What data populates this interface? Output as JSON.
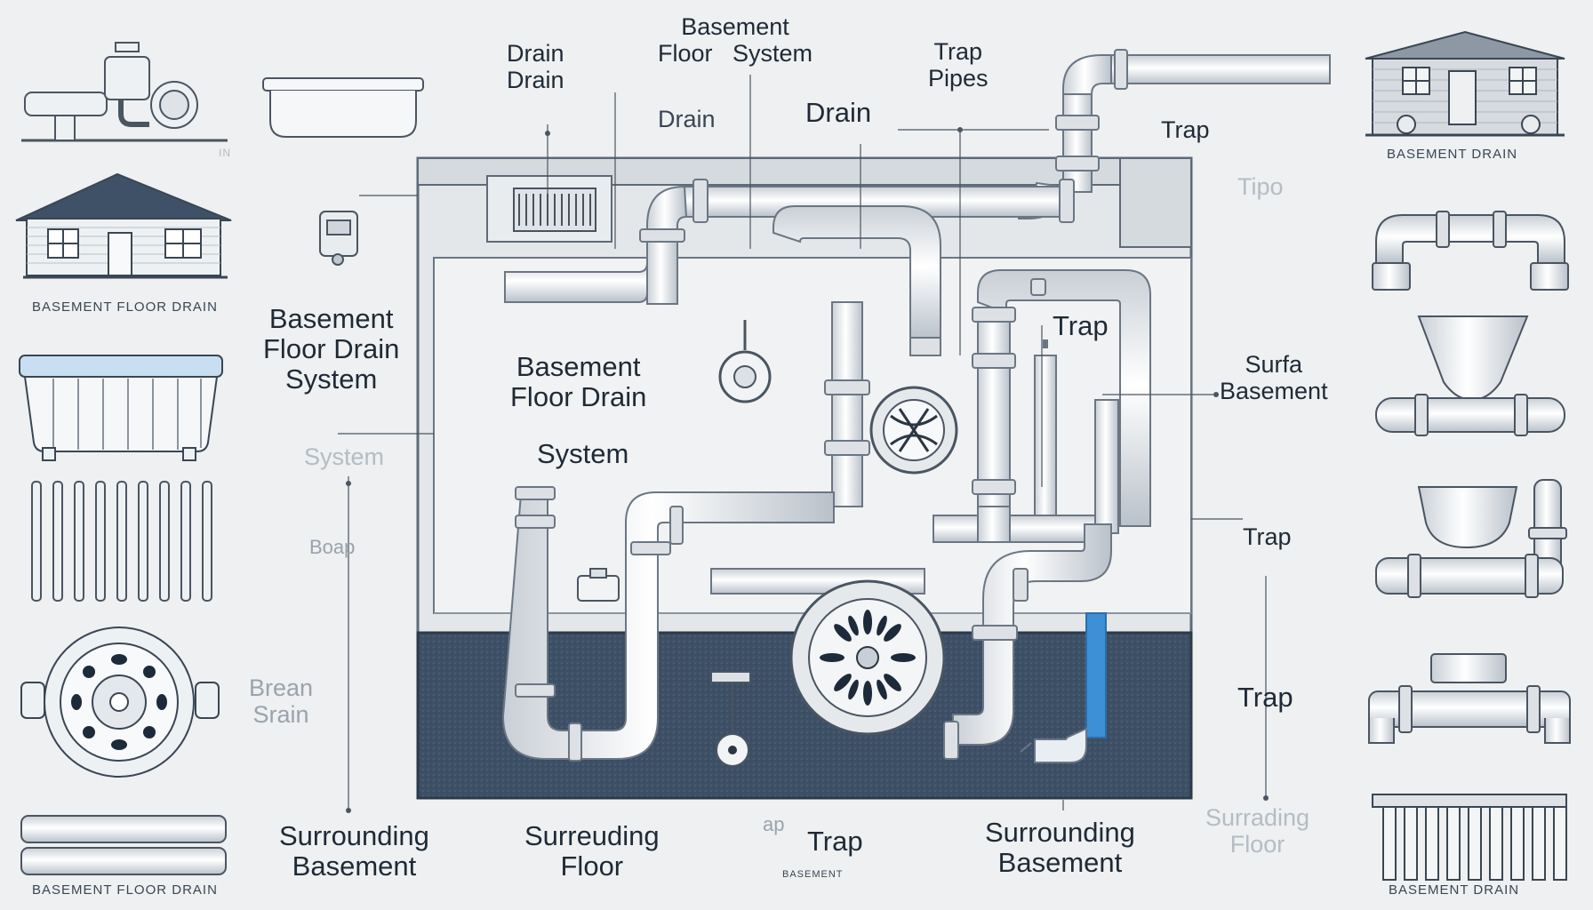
{
  "colors": {
    "background": "#eef0f1",
    "ink": "#1f2a36",
    "pipe": "#f7f8f9",
    "pipe_outline": "#6b7684",
    "floor": "#3b4e63",
    "water": "#3d8fd6",
    "faint_text": "#b4bcc4"
  },
  "labels": {
    "basement_floor_system_top": "Basement\nFloor   System",
    "drain_drain": "Drain\nDrain",
    "drain_faint": "Drain",
    "drain_center": "Drain",
    "trap_pipes": "Trap\nPipes",
    "trap_right_top": "Trap",
    "tipo_faint": "Tipo",
    "left_system_title": "Basement\nFloor Drain\nSystem",
    "system_faint": "System",
    "boap_faint": "Boap",
    "brean_srain_faint": "Brean\nSrain",
    "center_title": "Basement\nFloor Drain",
    "center_system": "System",
    "trap_inner": "Trap",
    "surfa_basement": "Surfa\nBasement",
    "trap_right_mid": "Trap",
    "trap_right_low": "Trap",
    "surrounding_basement_left": "Surrounding\nBasement",
    "surrounding_floor": "Surreuding\nFloor",
    "ap_faint": "ap",
    "trap_bottom": "Trap",
    "surrounding_basement_right": "Surrounding\nBasement",
    "surrading_floor_right": "Surrading\nFloor"
  },
  "captions": {
    "house_left": "BASEMENT FLOOR DRAIN",
    "house_right": "BASEMENT DRAIN",
    "bottom_left": "BASEMENT FLOOR DRAIN",
    "bottom_right": "BASEMENT DRAIN",
    "bottom_center": "BASEMENT",
    "top_left_faint": "IN"
  }
}
